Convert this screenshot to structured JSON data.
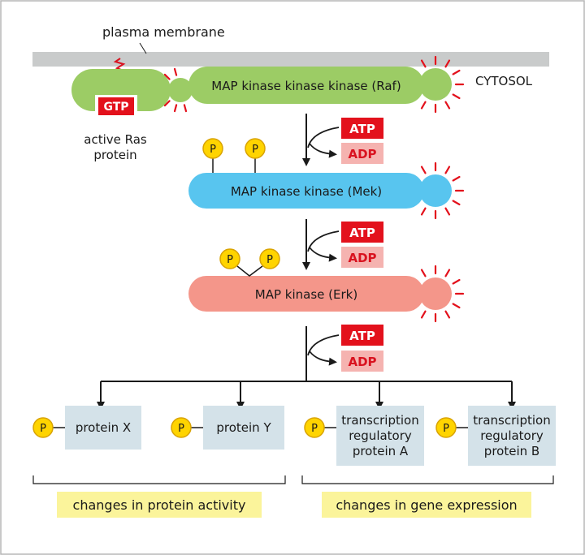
{
  "labels": {
    "membrane": "plasma membrane",
    "cytosol": "CYTOSOL",
    "gtp": "GTP",
    "ras_line1": "active Ras",
    "ras_line2": "protein"
  },
  "kinases": {
    "raf": "MAP kinase kinase kinase (Raf)",
    "mek": "MAP kinase kinase (Mek)",
    "erk": "MAP kinase (Erk)"
  },
  "nucleotides": {
    "atp": "ATP",
    "adp": "ADP"
  },
  "phosphate": "P",
  "targets": [
    {
      "lines": [
        "protein X"
      ]
    },
    {
      "lines": [
        "protein Y"
      ]
    },
    {
      "lines": [
        "transcription",
        "regulatory",
        "protein A"
      ]
    },
    {
      "lines": [
        "transcription",
        "regulatory",
        "protein B"
      ]
    }
  ],
  "outcomes": {
    "activity": "changes in protein activity",
    "expression": "changes in gene expression"
  },
  "colors": {
    "membrane": "#c9cbcb",
    "raf": "#9ccc65",
    "mek": "#58c5ef",
    "erk": "#f4968a",
    "atp": "#e3111c",
    "adp": "#f5b3b0",
    "phosphate": "#ffd400",
    "target_box": "#d4e2e9",
    "outcome_box": "#fbf49b",
    "burst": "#e3111c"
  }
}
